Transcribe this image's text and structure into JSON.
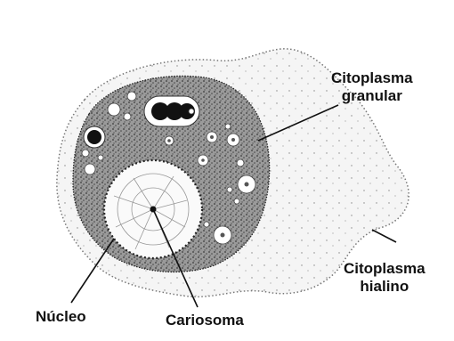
{
  "labels": {
    "citoplasma_granular": [
      "Citoplasma",
      "granular"
    ],
    "citoplasma_hialino": [
      "Citoplasma",
      "hialino"
    ],
    "nucleo": "Núcleo",
    "cariosoma": "Cariosoma"
  },
  "colors": {
    "ink": "#111111",
    "granular_fill": "#8c8c8c",
    "hyaline_fill": "#f4f4f4",
    "nucleus_fill": "#fafafa",
    "vacuole": "#ffffff"
  }
}
